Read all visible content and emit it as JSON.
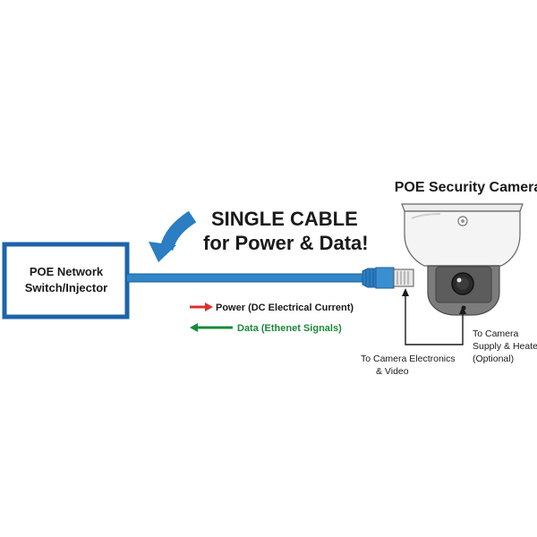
{
  "diagram": {
    "headline_line1": "SINGLE CABLE",
    "headline_line2": "for Power & Data!",
    "switch_box": {
      "line1": "POE Network",
      "line2": "Switch/Injector"
    },
    "legend": {
      "power": "Power (DC Electrical Current)",
      "data": "Data (Ethenet Signals)"
    },
    "camera": {
      "title": "POE Security Camera",
      "electronics_line1": "To Camera Electronics",
      "electronics_line2": "& Video",
      "heater_line1": "To Camera",
      "heater_line2": "Supply & Heater",
      "heater_line3": "(Optional)"
    }
  },
  "colors": {
    "cable_blue": "#2f86c8",
    "box_blue": "#1d64a8",
    "arrow_blue": "#2a7ec1",
    "power_red": "#d9322e",
    "data_green": "#1a8a3a",
    "text_dark": "#1a1a1a"
  },
  "icons": [
    "curved-arrow-icon",
    "rj45-connector-icon",
    "security-camera-icon"
  ]
}
